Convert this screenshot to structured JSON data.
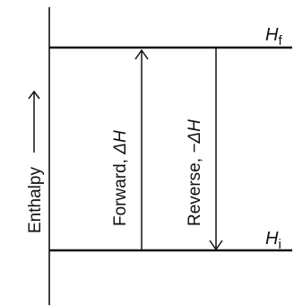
{
  "diagram": {
    "axis_label": "Enthalpy",
    "final_level": {
      "symbol": "H",
      "subscript": "f"
    },
    "initial_level": {
      "symbol": "H",
      "subscript": "i"
    },
    "forward_arrow": {
      "text": "Forward, ",
      "delta": "ΔH"
    },
    "reverse_arrow": {
      "text": "Reverse, ",
      "delta": "−ΔH"
    },
    "colors": {
      "line": "#111111",
      "background": "#ffffff"
    }
  }
}
